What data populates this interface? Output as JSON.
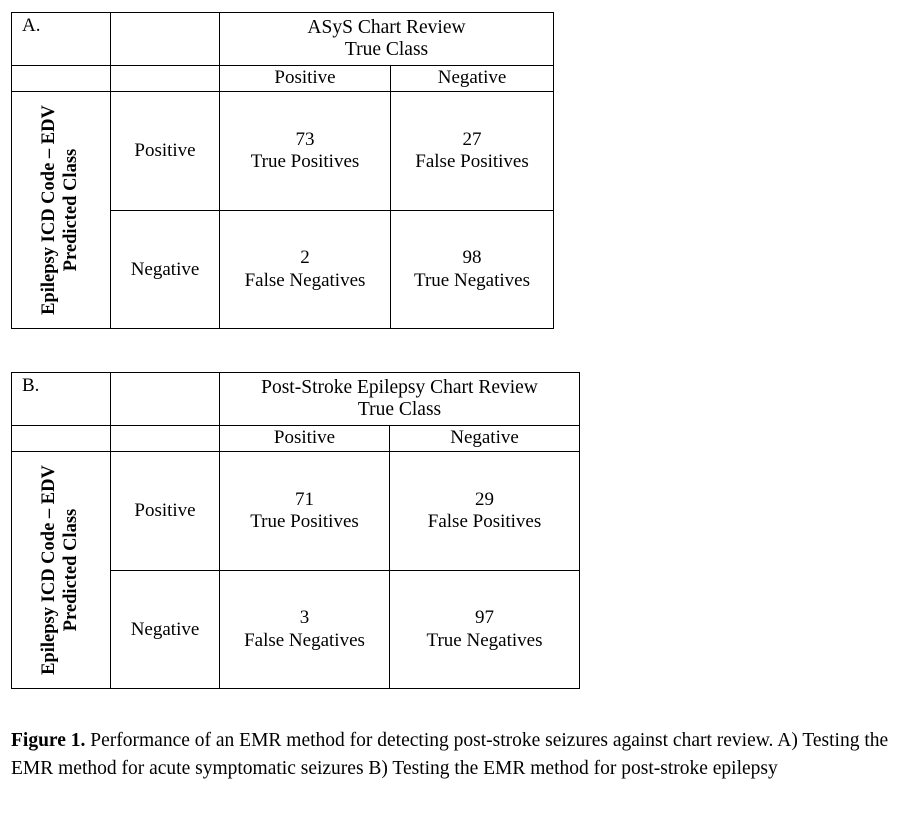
{
  "figure": {
    "caption_bold": "Figure 1.",
    "caption_text": " Performance of an EMR method for detecting post-stroke seizures against chart review. A) Testing the EMR method for acute symptomatic seizures B) Testing the EMR method for post-stroke epilepsy"
  },
  "panels": [
    {
      "letter": "A.",
      "title_line1": "ASyS Chart Review",
      "title_line2": "True Class",
      "col_headers": [
        "Positive",
        "Negative"
      ],
      "axis_label_line1": "Epilepsy ICD Code – EDV",
      "axis_label_line2": "Predicted Class",
      "row_headers": [
        "Positive",
        "Negative"
      ],
      "cells": [
        [
          {
            "value": "73",
            "label": "True Positives"
          },
          {
            "value": "27",
            "label": "False Positives"
          }
        ],
        [
          {
            "value": "2",
            "label": "False Negatives"
          },
          {
            "value": "98",
            "label": "True Negatives"
          }
        ]
      ]
    },
    {
      "letter": "B.",
      "title_line1": "Post-Stroke Epilepsy Chart Review",
      "title_line2": "True Class",
      "col_headers": [
        "Positive",
        "Negative"
      ],
      "axis_label_line1": "Epilepsy ICD Code – EDV",
      "axis_label_line2": "Predicted Class",
      "row_headers": [
        "Positive",
        "Negative"
      ],
      "cells": [
        [
          {
            "value": "71",
            "label": "True Positives"
          },
          {
            "value": "29",
            "label": "False Positives"
          }
        ],
        [
          {
            "value": "3",
            "label": "False Negatives"
          },
          {
            "value": "97",
            "label": "True Negatives"
          }
        ]
      ]
    }
  ],
  "chart_data": {
    "type": "table",
    "title": "Performance of an EMR method for detecting post-stroke seizures against chart review",
    "tables": [
      {
        "panel": "A",
        "title": "ASyS Chart Review True Class",
        "row_axis": "Epilepsy ICD Code – EDV Predicted Class",
        "columns": [
          "Positive",
          "Negative"
        ],
        "rows": [
          "Positive",
          "Negative"
        ],
        "matrix": [
          [
            73,
            27
          ],
          [
            2,
            98
          ]
        ],
        "cell_labels": [
          [
            "True Positives",
            "False Positives"
          ],
          [
            "False Negatives",
            "True Negatives"
          ]
        ]
      },
      {
        "panel": "B",
        "title": "Post-Stroke Epilepsy Chart Review True Class",
        "row_axis": "Epilepsy ICD Code – EDV Predicted Class",
        "columns": [
          "Positive",
          "Negative"
        ],
        "rows": [
          "Positive",
          "Negative"
        ],
        "matrix": [
          [
            71,
            29
          ],
          [
            3,
            97
          ]
        ],
        "cell_labels": [
          [
            "True Positives",
            "False Positives"
          ],
          [
            "False Negatives",
            "True Negatives"
          ]
        ]
      }
    ]
  }
}
